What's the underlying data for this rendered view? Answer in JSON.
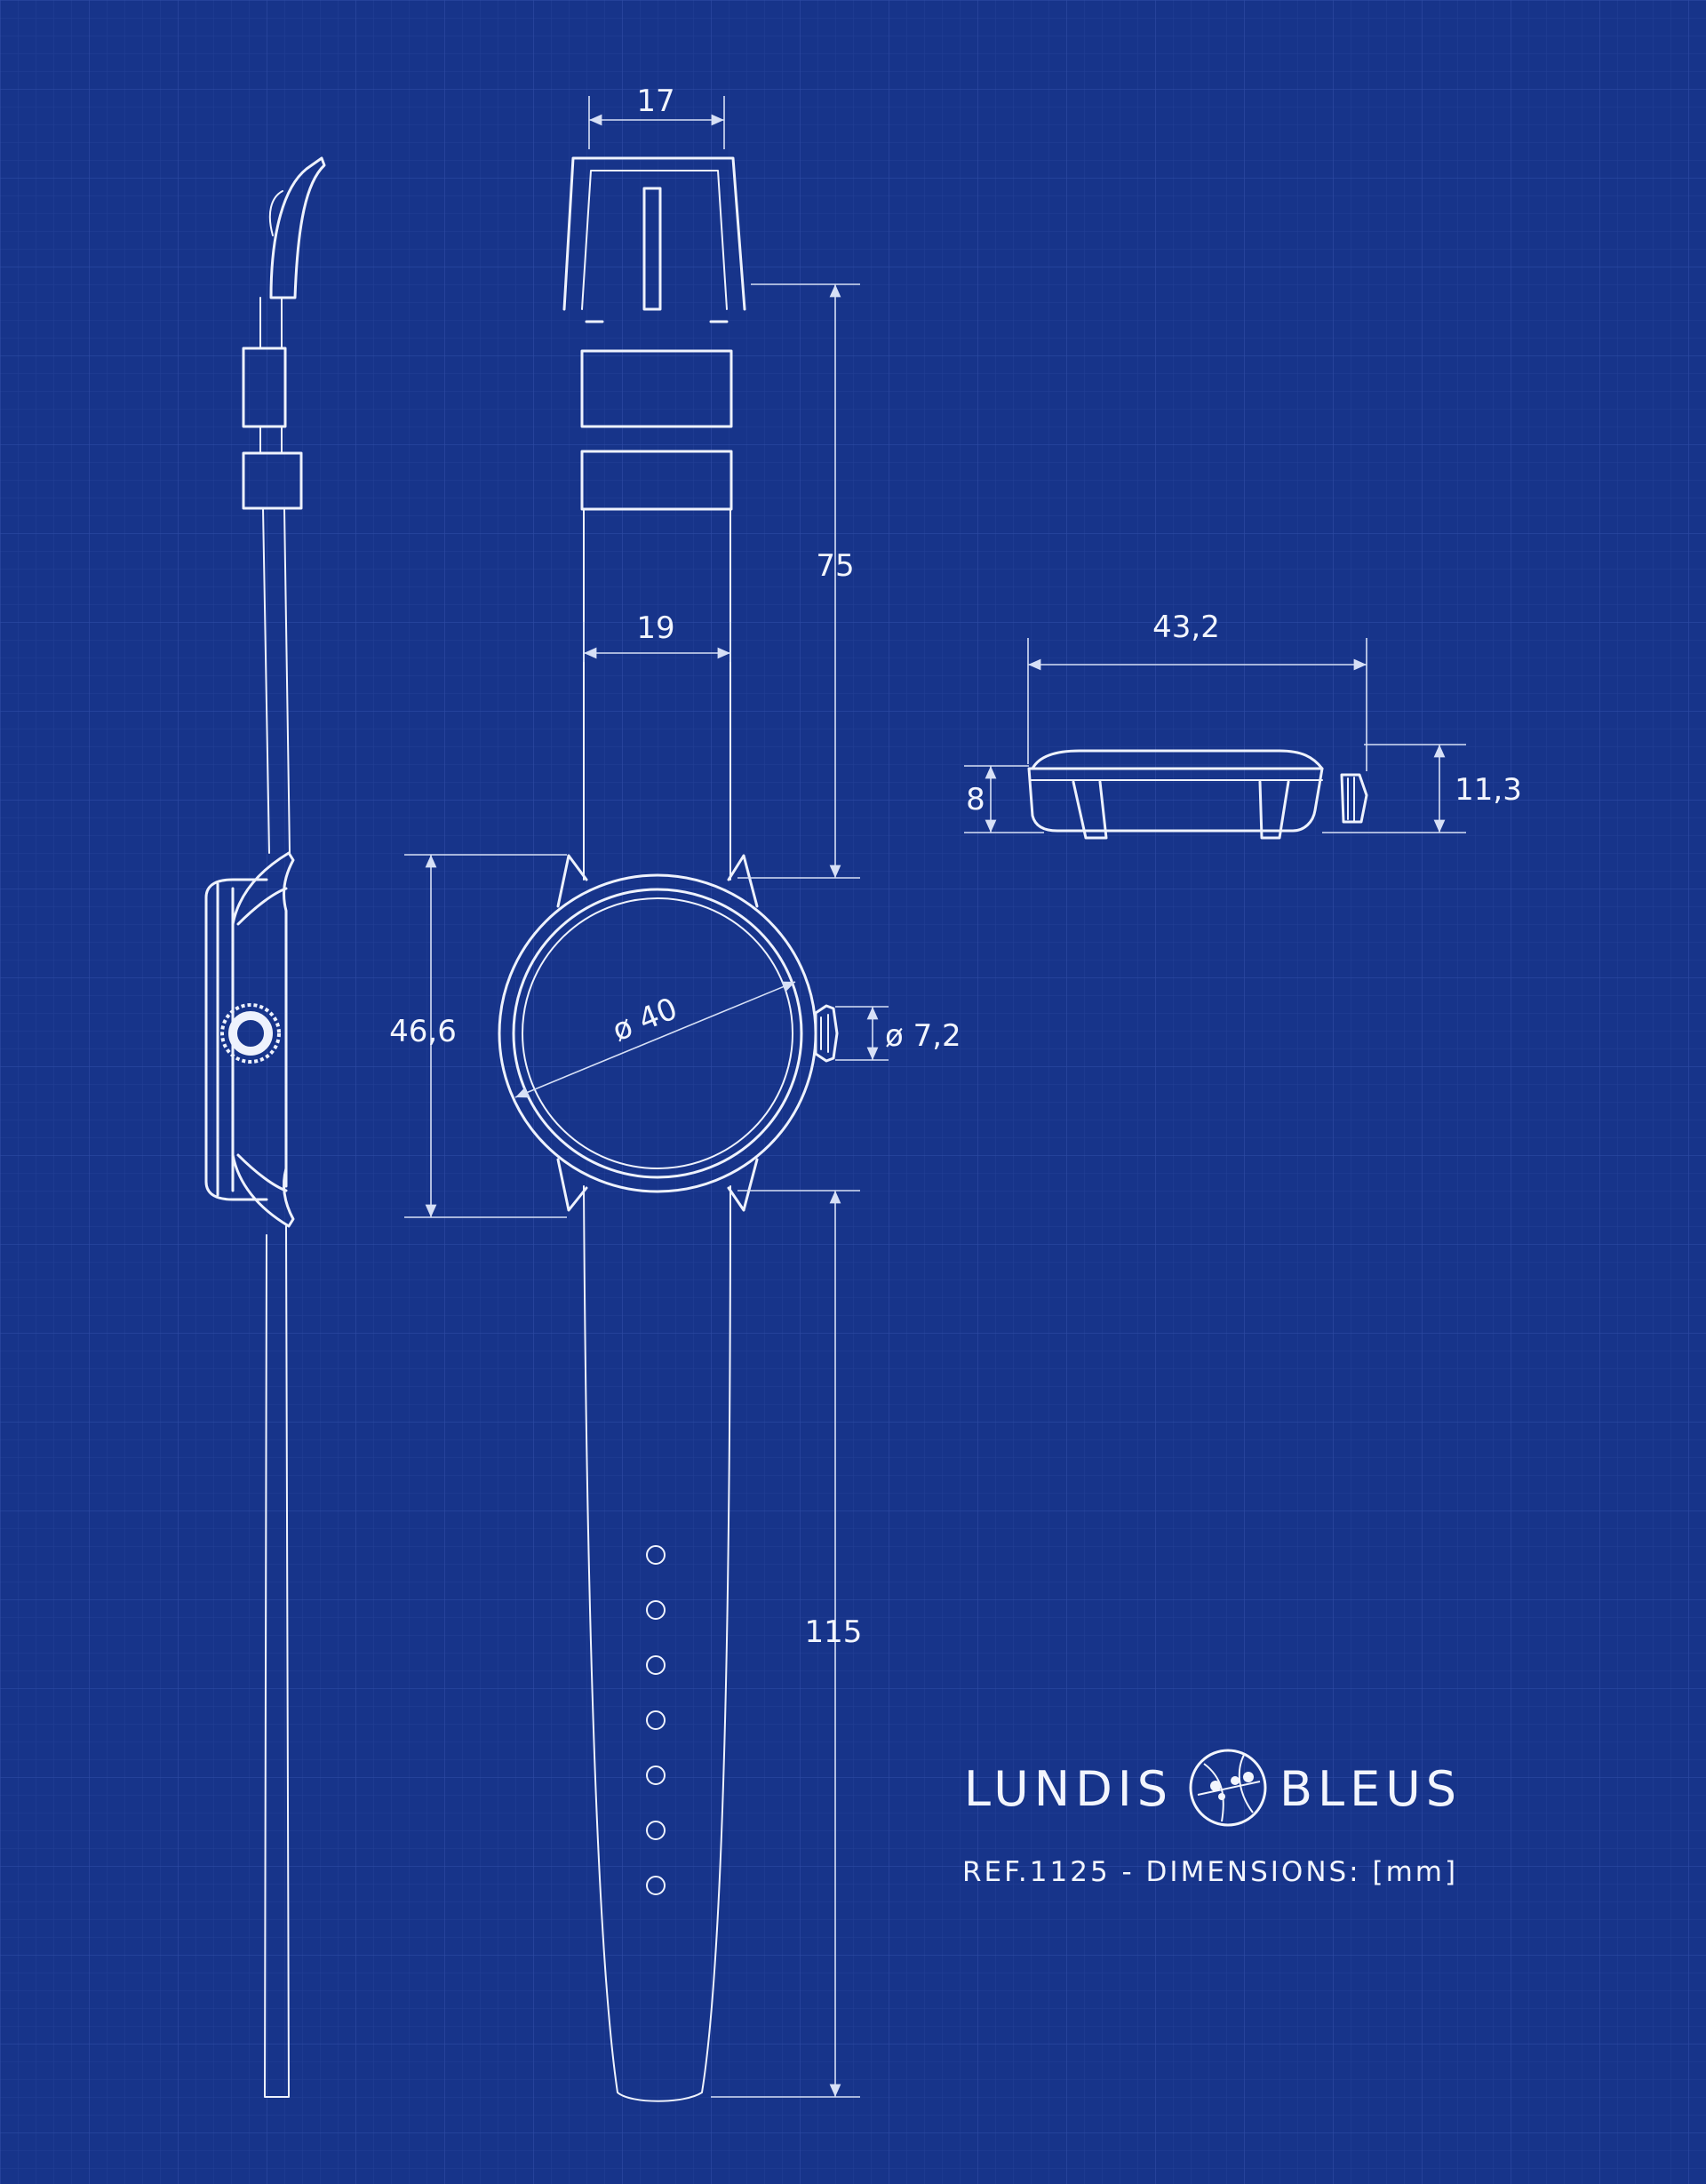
{
  "dimensions": {
    "buckle_width": "17",
    "strap_top_length": "75",
    "strap_width": "19",
    "case_length": "46,6",
    "case_diameter": "ø 40",
    "crown_diameter": "ø 7,2",
    "strap_bottom_length": "115",
    "case_width_side": "43,2",
    "case_height_body": "8",
    "case_height_total": "11,3"
  },
  "brand": {
    "name_left": "LUNDIS",
    "name_right": "BLEUS",
    "reference": "REF.1125 - DIMENSIONS: [mm]"
  },
  "colors": {
    "background": "#17348a",
    "line": "#eef2fd"
  }
}
